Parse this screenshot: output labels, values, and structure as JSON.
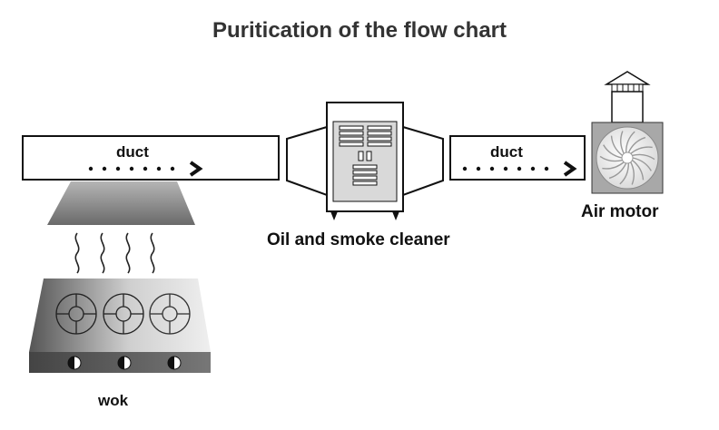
{
  "title": "Puritication of the flow chart",
  "nodes": {
    "duct_left": {
      "label": "duct"
    },
    "cleaner": {
      "label": "Oil and smoke cleaner"
    },
    "duct_right": {
      "label": "duct"
    },
    "air_motor": {
      "label": "Air motor"
    },
    "wok": {
      "label": "wok"
    }
  },
  "colors": {
    "outline": "#111111",
    "stove_dark": "#555555",
    "stove_light": "#e6e6e6",
    "hood": "#8a8a8a"
  },
  "icons": [
    "arrow-right-icon",
    "fan-icon",
    "burner-icon",
    "knob-icon",
    "smoke-icon",
    "chimney-icon"
  ]
}
